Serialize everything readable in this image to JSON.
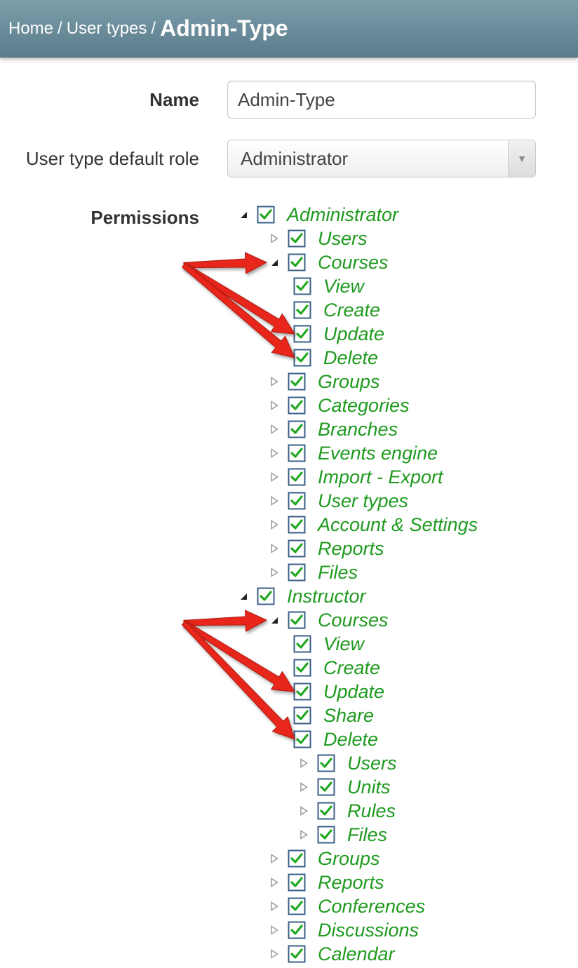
{
  "breadcrumb": {
    "home": "Home",
    "separator": "/",
    "user_types": "User types",
    "current": "Admin-Type"
  },
  "form": {
    "name_label": "Name",
    "name_value": "Admin-Type",
    "role_label": "User type default role",
    "role_value": "Administrator",
    "permissions_label": "Permissions"
  },
  "colors": {
    "header": "#6b8d9b",
    "tree_text": "#1f9a1f",
    "checkbox_border": "#3b5f88",
    "checkmark": "#22a822",
    "annotation_arrow": "#e8261a"
  },
  "permissions_tree": [
    {
      "label": "Administrator",
      "level": 0,
      "state": "expanded",
      "checked": true
    },
    {
      "label": "Users",
      "level": 1,
      "state": "collapsed",
      "checked": true
    },
    {
      "label": "Courses",
      "level": 1,
      "state": "expanded",
      "checked": true
    },
    {
      "label": "View",
      "level": 2,
      "state": "leaf",
      "checked": true
    },
    {
      "label": "Create",
      "level": 2,
      "state": "leaf",
      "checked": true
    },
    {
      "label": "Update",
      "level": 2,
      "state": "leaf",
      "checked": true
    },
    {
      "label": "Delete",
      "level": 2,
      "state": "leaf",
      "checked": true
    },
    {
      "label": "Groups",
      "level": 1,
      "state": "collapsed",
      "checked": true
    },
    {
      "label": "Categories",
      "level": 1,
      "state": "collapsed",
      "checked": true
    },
    {
      "label": "Branches",
      "level": 1,
      "state": "collapsed",
      "checked": true
    },
    {
      "label": "Events engine",
      "level": 1,
      "state": "collapsed",
      "checked": true
    },
    {
      "label": "Import - Export",
      "level": 1,
      "state": "collapsed",
      "checked": true
    },
    {
      "label": "User types",
      "level": 1,
      "state": "collapsed",
      "checked": true
    },
    {
      "label": "Account & Settings",
      "level": 1,
      "state": "collapsed",
      "checked": true
    },
    {
      "label": "Reports",
      "level": 1,
      "state": "collapsed",
      "checked": true
    },
    {
      "label": "Files",
      "level": 1,
      "state": "collapsed",
      "checked": true
    },
    {
      "label": "Instructor",
      "level": 0,
      "state": "expanded",
      "checked": true
    },
    {
      "label": "Courses",
      "level": 1,
      "state": "expanded",
      "checked": true
    },
    {
      "label": "View",
      "level": 2,
      "state": "leaf",
      "checked": true
    },
    {
      "label": "Create",
      "level": 2,
      "state": "leaf",
      "checked": true
    },
    {
      "label": "Update",
      "level": 2,
      "state": "leaf",
      "checked": true
    },
    {
      "label": "Share",
      "level": 2,
      "state": "leaf",
      "checked": true
    },
    {
      "label": "Delete",
      "level": 2,
      "state": "leaf",
      "checked": true
    },
    {
      "label": "Users",
      "level": 3,
      "state": "collapsed",
      "checked": true
    },
    {
      "label": "Units",
      "level": 3,
      "state": "collapsed",
      "checked": true
    },
    {
      "label": "Rules",
      "level": 3,
      "state": "collapsed",
      "checked": true
    },
    {
      "label": "Files",
      "level": 3,
      "state": "collapsed",
      "checked": true
    },
    {
      "label": "Groups",
      "level": 1,
      "state": "collapsed",
      "checked": true
    },
    {
      "label": "Reports",
      "level": 1,
      "state": "collapsed",
      "checked": true
    },
    {
      "label": "Conferences",
      "level": 1,
      "state": "collapsed",
      "checked": true
    },
    {
      "label": "Discussions",
      "level": 1,
      "state": "collapsed",
      "checked": true
    },
    {
      "label": "Calendar",
      "level": 1,
      "state": "collapsed",
      "checked": true
    }
  ],
  "annotation_arrows": [
    {
      "from_row": 2,
      "to_row": 2
    },
    {
      "from_row": 2,
      "to_row": 5
    },
    {
      "from_row": 2,
      "to_row": 6
    },
    {
      "from_row": 17,
      "to_row": 17
    },
    {
      "from_row": 17,
      "to_row": 20
    },
    {
      "from_row": 17,
      "to_row": 22
    }
  ]
}
